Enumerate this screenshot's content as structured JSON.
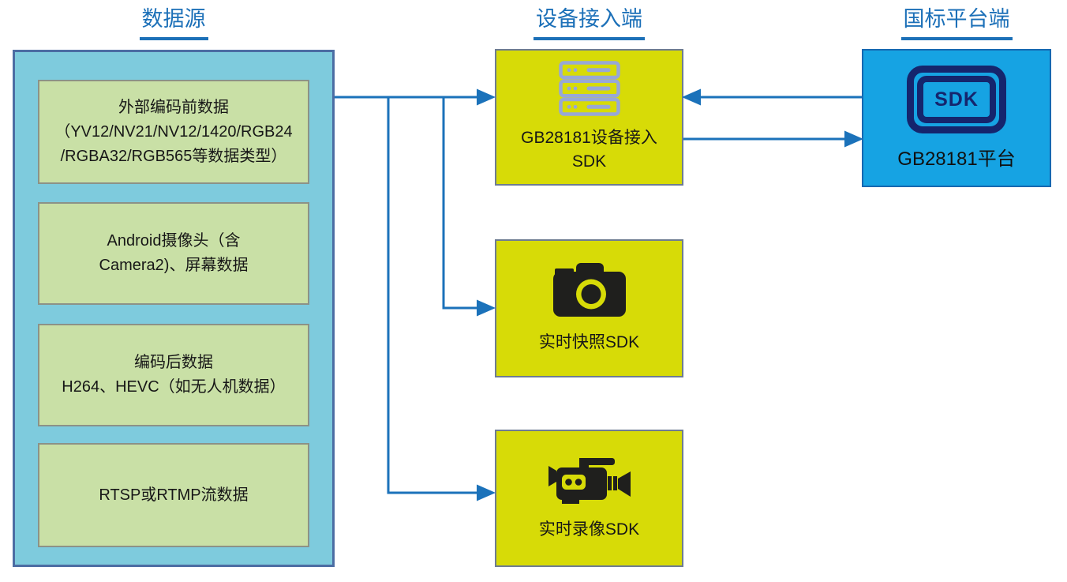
{
  "columns": {
    "data_source": {
      "title": "数据源"
    },
    "device_access": {
      "title": "设备接入端"
    },
    "platform": {
      "title": "国标平台端"
    }
  },
  "data_source_items": [
    {
      "text": "外部编码前数据\n（YV12/NV21/NV12/1420/RGB24\n/RGBA32/RGB565等数据类型）"
    },
    {
      "text": "Android摄像头（含\nCamera2)、屏幕数据"
    },
    {
      "text": "编码后数据\nH264、HEVC（如无人机数据）"
    },
    {
      "text": "RTSP或RTMP流数据"
    }
  ],
  "sdk_modules": [
    {
      "icon": "server-icon",
      "text": "GB28181设备接入\nSDK"
    },
    {
      "icon": "camera-icon",
      "text": "实时快照SDK"
    },
    {
      "icon": "video-camera-icon",
      "text": "实时录像SDK"
    }
  ],
  "platform_box": {
    "icon": "sdk-badge-icon",
    "icon_label": "SDK",
    "label": "GB28181平台"
  },
  "connections": [
    {
      "from": "data-source-container",
      "to": "gb28181-device-access-sdk",
      "direction": "right"
    },
    {
      "from": "data-source-container",
      "to": "realtime-snapshot-sdk",
      "direction": "right"
    },
    {
      "from": "data-source-container",
      "to": "realtime-record-sdk",
      "direction": "right"
    },
    {
      "from": "gb28181-platform",
      "to": "gb28181-device-access-sdk",
      "direction": "left"
    },
    {
      "from": "gb28181-device-access-sdk",
      "to": "gb28181-platform",
      "direction": "right"
    }
  ],
  "colors": {
    "header_blue": "#1C70B8",
    "arrow_blue": "#1B72BA",
    "source_container_fill": "#7ECBDD",
    "source_container_border": "#4C6DA3",
    "source_item_fill": "#C9E0A6",
    "sdk_box_fill": "#D7DB07",
    "platform_fill": "#16A3E3",
    "icon_navy": "#15256D",
    "server_icon_periwinkle": "#98A8D6",
    "icon_black": "#1F1F1D"
  }
}
